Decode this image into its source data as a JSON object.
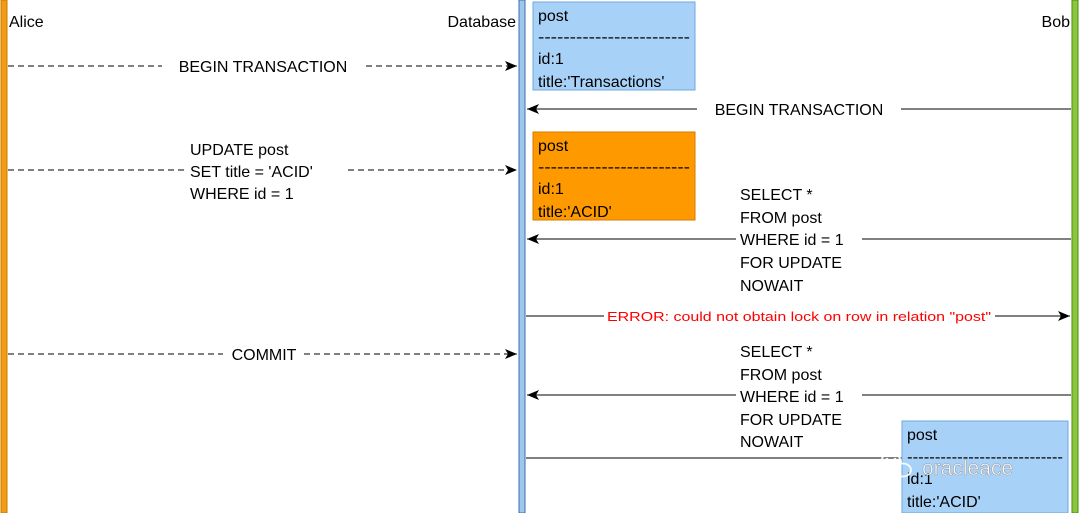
{
  "participants": {
    "alice": "Alice",
    "database": "Database",
    "bob": "Bob"
  },
  "colors": {
    "alice_lifeline": "#f39c12",
    "database_lifeline": "#9ec7f0",
    "bob_lifeline": "#8cc63f",
    "note_blue": "#a8d1f7",
    "note_orange": "#ff9900",
    "error_text": "#ff0000"
  },
  "messages": {
    "alice_begin": "BEGIN TRANSACTION",
    "bob_begin": "BEGIN TRANSACTION",
    "alice_update": [
      "UPDATE post",
      "SET title = 'ACID'",
      "WHERE id = 1"
    ],
    "bob_select_1": [
      "SELECT *",
      "FROM post",
      "WHERE id = 1",
      "FOR UPDATE",
      "NOWAIT"
    ],
    "error": "ERROR: could not obtain lock on row in relation \"post\"",
    "alice_commit": "COMMIT",
    "bob_select_2": [
      "SELECT *",
      "FROM post",
      "WHERE id = 1",
      "FOR UPDATE",
      "NOWAIT"
    ]
  },
  "notes": {
    "initial": {
      "table": "post",
      "separator": "------------------------",
      "line1": "id:1",
      "line2": "title:'Transactions'"
    },
    "after_update": {
      "table": "post",
      "separator": "------------------------",
      "line1": "id:1",
      "line2": "title:'ACID'"
    },
    "after_commit": {
      "table": "post",
      "separator": "----------------------------",
      "line1": "id:1",
      "line2": "title:'ACID'"
    }
  },
  "watermark": {
    "icon": "wechat-icon",
    "text": "oracleace"
  }
}
